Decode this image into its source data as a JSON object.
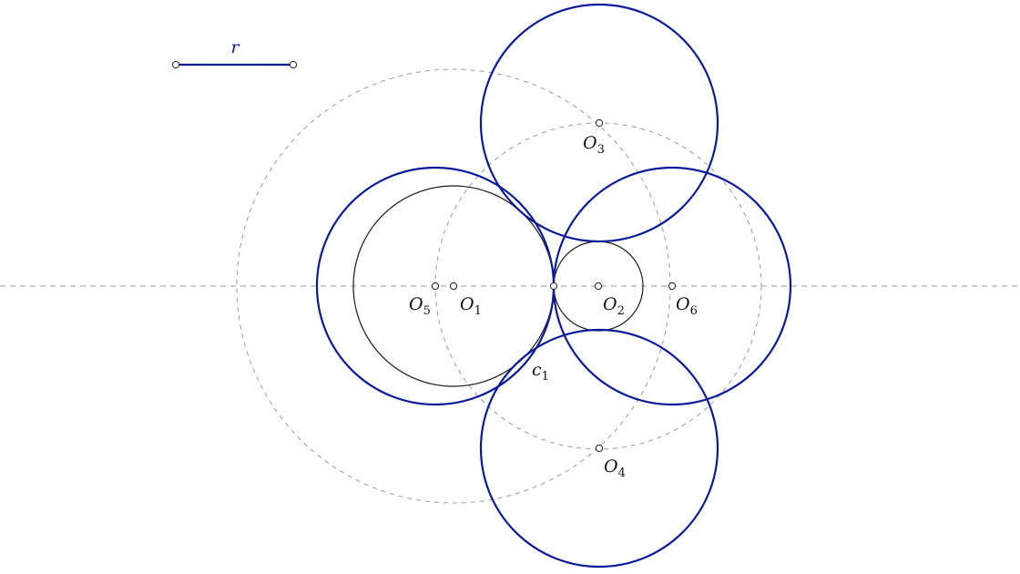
{
  "colors": {
    "background": "#ffffff",
    "construction": "#9a9a9a",
    "given_circle": "#1a1a1a",
    "solution": "#0a1a9a",
    "point_fill": "#ffffff",
    "point_stroke": "#1a1a1a"
  },
  "segment": {
    "label": "r"
  },
  "labels": {
    "o1": {
      "base": "O",
      "sub": "1"
    },
    "o2": {
      "base": "O",
      "sub": "2"
    },
    "o3": {
      "base": "O",
      "sub": "3"
    },
    "o4": {
      "base": "O",
      "sub": "4"
    },
    "o5": {
      "base": "O",
      "sub": "5"
    },
    "o6": {
      "base": "O",
      "sub": "6"
    },
    "c1": {
      "base": "c",
      "sub": "1"
    }
  }
}
